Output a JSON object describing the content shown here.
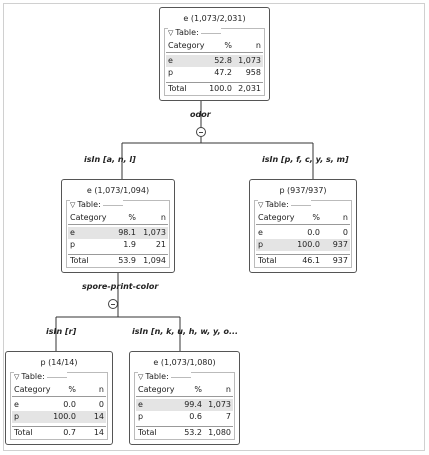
{
  "nodes": {
    "root": {
      "title": "e (1,073/2,031)",
      "table_label": "Table:",
      "headers": [
        "Category",
        "%",
        "n"
      ],
      "rows": [
        {
          "cat": "e",
          "pct": "52.8",
          "n": "1,073"
        },
        {
          "cat": "p",
          "pct": "47.2",
          "n": "958"
        }
      ],
      "total": {
        "label": "Total",
        "pct": "100.0",
        "n": "2,031"
      }
    },
    "left": {
      "title": "e (1,073/1,094)",
      "table_label": "Table:",
      "headers": [
        "Category",
        "%",
        "n"
      ],
      "rows": [
        {
          "cat": "e",
          "pct": "98.1",
          "n": "1,073"
        },
        {
          "cat": "p",
          "pct": "1.9",
          "n": "21"
        }
      ],
      "total": {
        "label": "Total",
        "pct": "53.9",
        "n": "1,094"
      }
    },
    "right": {
      "title": "p (937/937)",
      "table_label": "Table:",
      "headers": [
        "Category",
        "%",
        "n"
      ],
      "rows": [
        {
          "cat": "e",
          "pct": "0.0",
          "n": "0"
        },
        {
          "cat": "p",
          "pct": "100.0",
          "n": "937"
        }
      ],
      "total": {
        "label": "Total",
        "pct": "46.1",
        "n": "937"
      }
    },
    "leftleft": {
      "title": "p (14/14)",
      "table_label": "Table:",
      "headers": [
        "Category",
        "%",
        "n"
      ],
      "rows": [
        {
          "cat": "e",
          "pct": "0.0",
          "n": "0"
        },
        {
          "cat": "p",
          "pct": "100.0",
          "n": "14"
        }
      ],
      "total": {
        "label": "Total",
        "pct": "0.7",
        "n": "14"
      }
    },
    "leftright": {
      "title": "e (1,073/1,080)",
      "table_label": "Table:",
      "headers": [
        "Category",
        "%",
        "n"
      ],
      "rows": [
        {
          "cat": "e",
          "pct": "99.4",
          "n": "1,073"
        },
        {
          "cat": "p",
          "pct": "0.6",
          "n": "7"
        }
      ],
      "total": {
        "label": "Total",
        "pct": "53.2",
        "n": "1,080"
      }
    }
  },
  "splits": {
    "root": "odor",
    "left": "spore-print-color"
  },
  "conditions": {
    "left": "isIn [a, n, l]",
    "right": "isIn [p, f, c, y, s, m]",
    "leftleft": "isIn [r]",
    "leftright": "isIn [n, k, u, h, w, y, o..."
  }
}
